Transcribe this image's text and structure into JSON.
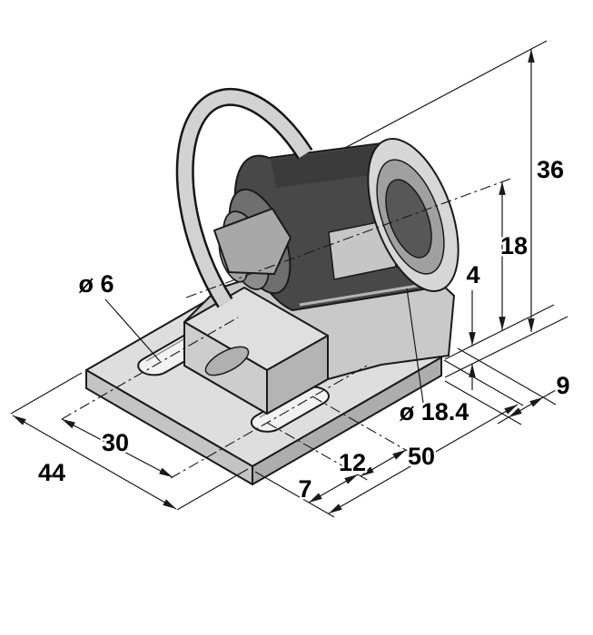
{
  "drawing": {
    "dims": {
      "slot_dia": "ø 6",
      "height_total": "36",
      "height_axis": "18",
      "plate_thickness": "4",
      "flange_depth": "9",
      "bore_dia": "ø 18.4",
      "slot_spacing": "30",
      "plate_width": "44",
      "slot_edge_offset": "7",
      "slot_length": "12",
      "plate_length": "50"
    },
    "colors": {
      "line": "#1a1a1a",
      "plate_top": "#dedede",
      "plate_side_left": "#c4c4c4",
      "plate_side_right": "#adadad",
      "bracket_body": "#c9c9c9",
      "sensor_body": "#484848",
      "sensor_top": "#3b3b3b",
      "flange_light": "#d7d7d7",
      "strap_light": "#d2d2d2",
      "lever_gray": "#a8a8a8"
    }
  }
}
